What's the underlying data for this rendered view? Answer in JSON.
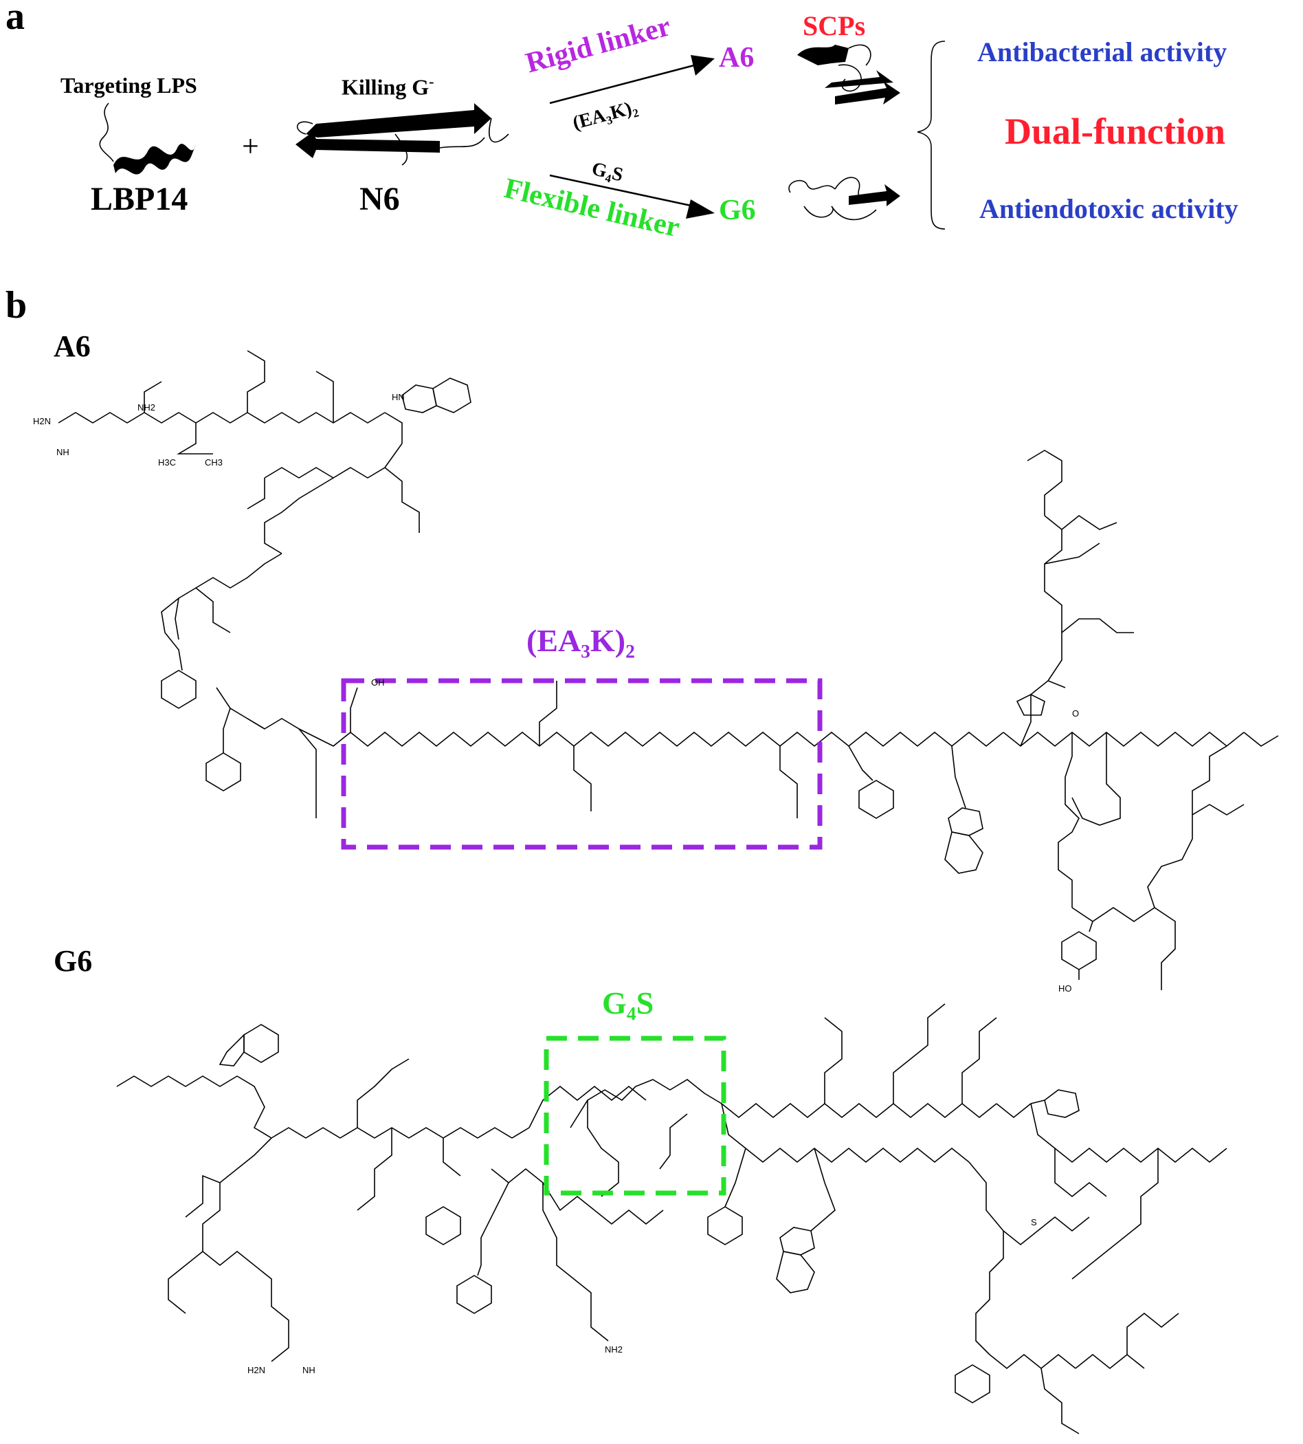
{
  "panel_a": {
    "letter": "a",
    "targeting_label": "Targeting LPS",
    "lbp14_label": "LBP14",
    "plus": "+",
    "killing_label": "Killing G",
    "killing_superscript": "-",
    "n6_label": "N6",
    "rigid_linker": "Rigid linker",
    "rigid_seq": "(EA₃K)₂",
    "a6": "A6",
    "g4s": "G₄S",
    "flexible_linker": "Flexible linker",
    "g6": "G6",
    "scps": "SCPs",
    "antibacterial": "Antibacterial activity",
    "dual_function": "Dual-function",
    "antiendotoxic": "Antiendotoxic activity",
    "colors": {
      "magenta": "#b827e0",
      "green": "#26e02a",
      "red": "#ff1f2f",
      "blue": "#2a3fc7"
    }
  },
  "panel_b": {
    "letter": "b",
    "a6_title": "A6",
    "g6_title": "G6",
    "a6_box_label": "(EA₃K)₂",
    "g6_box_label": "G₄S",
    "box_colors": {
      "a6": "#9b27e0",
      "g6": "#26e02a"
    },
    "chem_labels": [
      "H2N",
      "NH",
      "NH2",
      "HN",
      "H3C",
      "CH3",
      "OH",
      "HO",
      "H2N",
      "NH",
      "NH2",
      "O",
      "S"
    ]
  }
}
